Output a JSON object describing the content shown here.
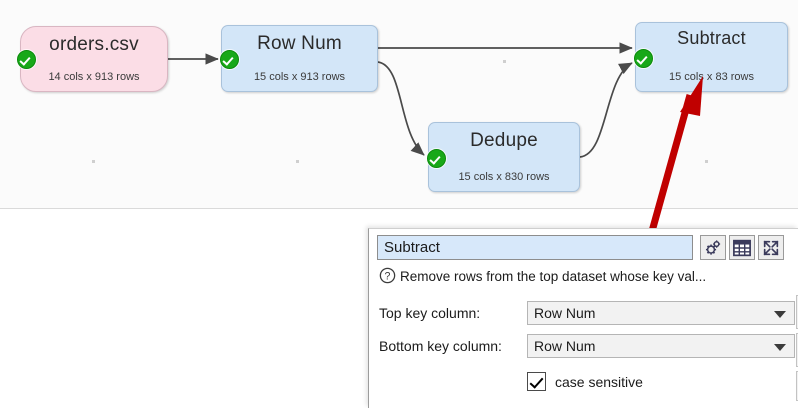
{
  "canvas": {
    "background": "#fbfbfb",
    "nodes": [
      {
        "id": "orders",
        "name": "orders.csv",
        "stats": "14 cols x 913 rows",
        "kind": "source",
        "color": "#fbdde6",
        "status": "ok"
      },
      {
        "id": "rownum",
        "name": "Row Num",
        "stats": "15 cols x 913 rows",
        "kind": "transform",
        "color": "#d3e6f8",
        "status": "ok"
      },
      {
        "id": "dedupe",
        "name": "Dedupe",
        "stats": "15 cols x 830 rows",
        "kind": "transform",
        "color": "#d3e6f8",
        "status": "ok"
      },
      {
        "id": "subtract",
        "name": "Subtract",
        "stats": "15 cols x 83 rows",
        "kind": "transform",
        "color": "#d3e6f8",
        "status": "ok"
      }
    ],
    "connections": [
      {
        "from": "orders",
        "to": "rownum"
      },
      {
        "from": "rownum",
        "to": "subtract"
      },
      {
        "from": "rownum",
        "to": "dedupe"
      },
      {
        "from": "dedupe",
        "to": "subtract"
      }
    ],
    "annotation": {
      "type": "arrow",
      "color": "#c00000",
      "points_to": "subtract-node"
    }
  },
  "panel": {
    "title_value": "Subtract",
    "toolbar": [
      {
        "icon": "gears-icon",
        "label": "Options"
      },
      {
        "icon": "table-icon",
        "label": "Show table"
      },
      {
        "icon": "expand-icon",
        "label": "Maximize"
      }
    ],
    "description": "Remove rows from the top dataset whose key val...",
    "help_icon": "question-mark-icon",
    "fields": [
      {
        "label": "Top key column:",
        "value": "Row Num",
        "type": "dropdown"
      },
      {
        "label": "Bottom key column:",
        "value": "Row Num",
        "type": "dropdown"
      }
    ],
    "checkbox": {
      "label": "case sensitive",
      "checked": true
    }
  }
}
